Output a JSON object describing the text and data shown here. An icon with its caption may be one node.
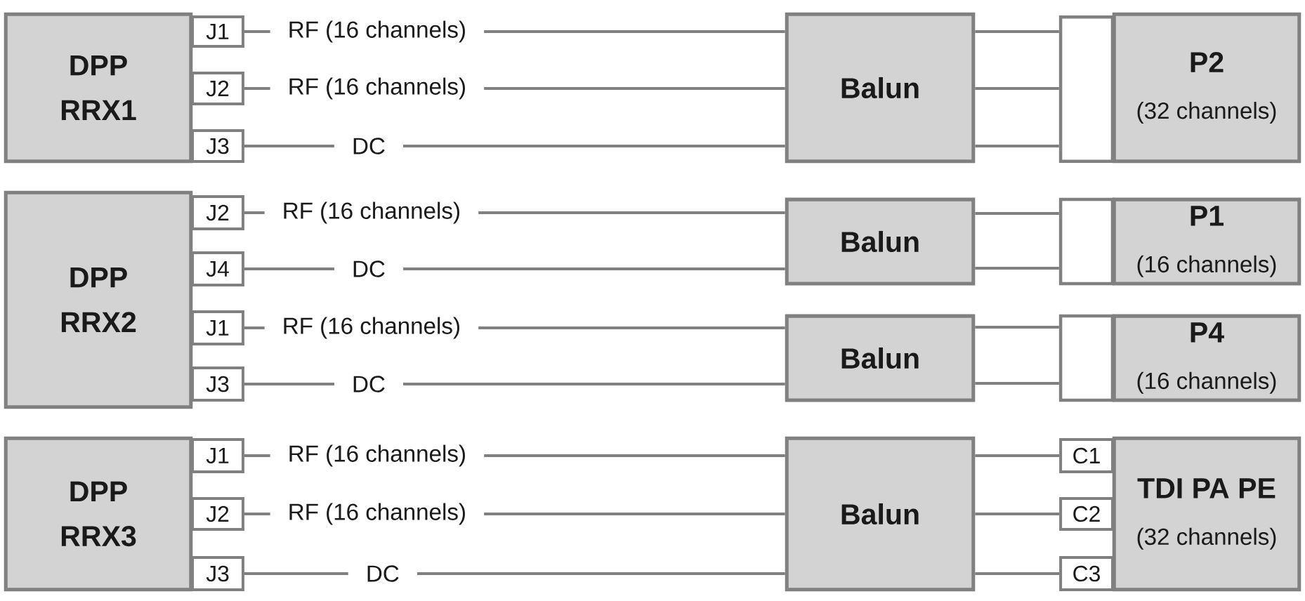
{
  "diagram": {
    "nodes": [
      {
        "text": [
          "DPP RRX1"
        ]
      },
      {
        "text": [
          "J1"
        ]
      },
      {
        "text": [
          "J2"
        ]
      },
      {
        "text": [
          "J3"
        ]
      },
      {
        "text": [
          "Balun"
        ]
      },
      {
        "text": [],
        "shape": "box"
      },
      {
        "text": [
          "P2",
          "(32 channels)"
        ]
      },
      {
        "text": [
          "DPP RRX2"
        ]
      },
      {
        "text": [
          "J2"
        ]
      },
      {
        "text": [
          "J4"
        ]
      },
      {
        "text": [
          "J1"
        ]
      },
      {
        "text": [
          "J3"
        ]
      },
      {
        "text": [
          "Balun"
        ]
      },
      {
        "text": [],
        "shape": "box"
      },
      {
        "text": [
          "P1",
          "(16 channels)"
        ]
      },
      {
        "text": [
          "Balun"
        ]
      },
      {
        "text": [],
        "shape": "box"
      },
      {
        "text": [
          "P4",
          "(16 channels)"
        ]
      },
      {
        "text": [
          "DPP RRX3"
        ]
      },
      {
        "text": [
          "J1"
        ]
      },
      {
        "text": [
          "J2"
        ]
      },
      {
        "text": [
          "J3"
        ]
      },
      {
        "text": [
          "Balun"
        ]
      },
      {
        "text": [
          "C1"
        ]
      },
      {
        "text": [
          "C2"
        ]
      },
      {
        "text": [
          "C3"
        ]
      },
      {
        "text": [
          "TDI PA PE",
          "(32 channels)"
        ]
      }
    ],
    "edges": [
      {
        "from": 1,
        "to": 4,
        "arrow": "none",
        "label": "RF (16 channels)"
      },
      {
        "from": 2,
        "to": 4,
        "arrow": "none",
        "label": "RF (16 channels)"
      },
      {
        "from": 3,
        "to": 4,
        "arrow": "none",
        "label": "DC"
      },
      {
        "from": 4,
        "to": 5,
        "arrow": "none"
      },
      {
        "from": 4,
        "to": 5,
        "arrow": "none"
      },
      {
        "from": 4,
        "to": 5,
        "arrow": "none"
      },
      {
        "from": 8,
        "to": 12,
        "arrow": "none",
        "label": "RF (16 channels)"
      },
      {
        "from": 9,
        "to": 12,
        "arrow": "none",
        "label": "DC"
      },
      {
        "from": 10,
        "to": 15,
        "arrow": "none",
        "label": "RF (16 channels)"
      },
      {
        "from": 11,
        "to": 15,
        "arrow": "none",
        "label": "DC"
      },
      {
        "from": 12,
        "to": 13,
        "arrow": "none"
      },
      {
        "from": 12,
        "to": 13,
        "arrow": "none"
      },
      {
        "from": 15,
        "to": 16,
        "arrow": "none"
      },
      {
        "from": 15,
        "to": 16,
        "arrow": "none"
      },
      {
        "from": 19,
        "to": 22,
        "arrow": "none",
        "label": "RF (16 channels)"
      },
      {
        "from": 20,
        "to": 22,
        "arrow": "none",
        "label": "RF (16 channels)"
      },
      {
        "from": 21,
        "to": 22,
        "arrow": "none",
        "label": "DC"
      },
      {
        "from": 22,
        "to": 23,
        "arrow": "none"
      },
      {
        "from": 22,
        "to": 24,
        "arrow": "none"
      },
      {
        "from": 22,
        "to": 25,
        "arrow": "none"
      }
    ]
  }
}
